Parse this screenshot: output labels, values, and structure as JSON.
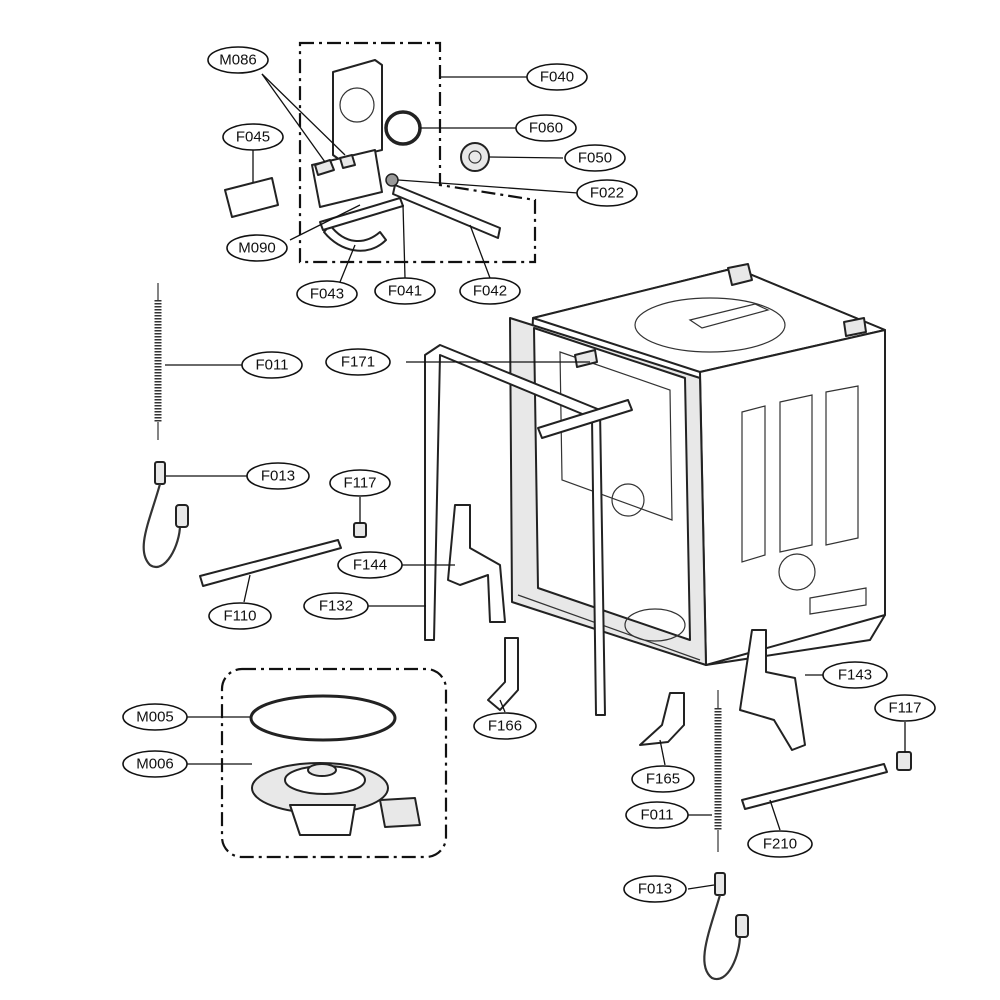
{
  "callouts": {
    "M086": "M086",
    "F040": "F040",
    "F060": "F060",
    "F050": "F050",
    "F045": "F045",
    "F022": "F022",
    "M090": "M090",
    "F043": "F043",
    "F041": "F041",
    "F042": "F042",
    "F011_left": "F011",
    "F171": "F171",
    "F013_left": "F013",
    "F117_left": "F117",
    "F144": "F144",
    "F132": "F132",
    "F110": "F110",
    "F143": "F143",
    "F117_right": "F117",
    "M005": "M005",
    "F166": "F166",
    "M006": "M006",
    "F165": "F165",
    "F011_right": "F011",
    "F210": "F210",
    "F013_right": "F013"
  }
}
